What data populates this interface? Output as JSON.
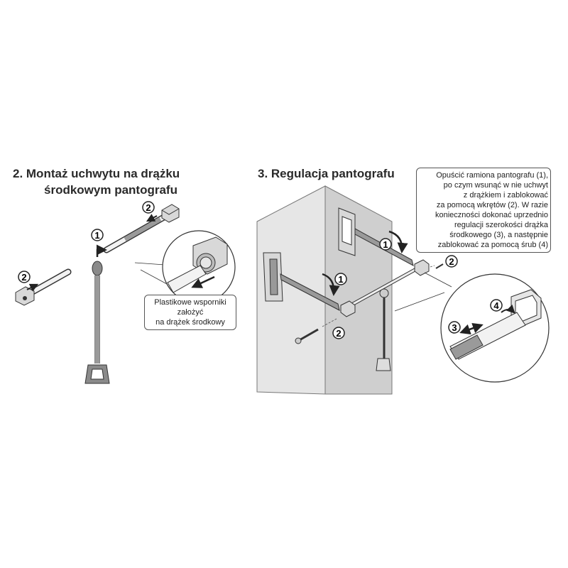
{
  "section2": {
    "title_line1": "2. Montaż uchwytu na drążku",
    "title_line2": "środkowym pantografu",
    "note": [
      "Plastikowe wsporniki",
      "założyć",
      "na drążek środkowy"
    ],
    "markers": {
      "step1": "1",
      "step2_top": "2",
      "step2_left": "2"
    }
  },
  "section3": {
    "title": "3. Regulacja pantografu",
    "note": [
      "Opuścić ramiona pantografu (1),",
      "po czym wsunąć w nie uchwyt",
      "z drążkiem i zablokować",
      "za pomocą wkrętów (2). W razie",
      "konieczności dokonać uprzednio",
      "regulacji szerokości drążka",
      "środkowego (3), a następnie",
      "zablokować za pomocą śrub (4)"
    ],
    "markers": {
      "arm_right": "1",
      "arm_left": "1",
      "screw_right": "2",
      "screw_left": "2",
      "detail_width": "3",
      "detail_lock": "4"
    }
  },
  "colors": {
    "line": "#333333",
    "fill_gray": "#9a9a9a",
    "fill_light": "#d8d8d8",
    "wall": "#e6e6e6",
    "wall_side": "#cfcfcf"
  }
}
